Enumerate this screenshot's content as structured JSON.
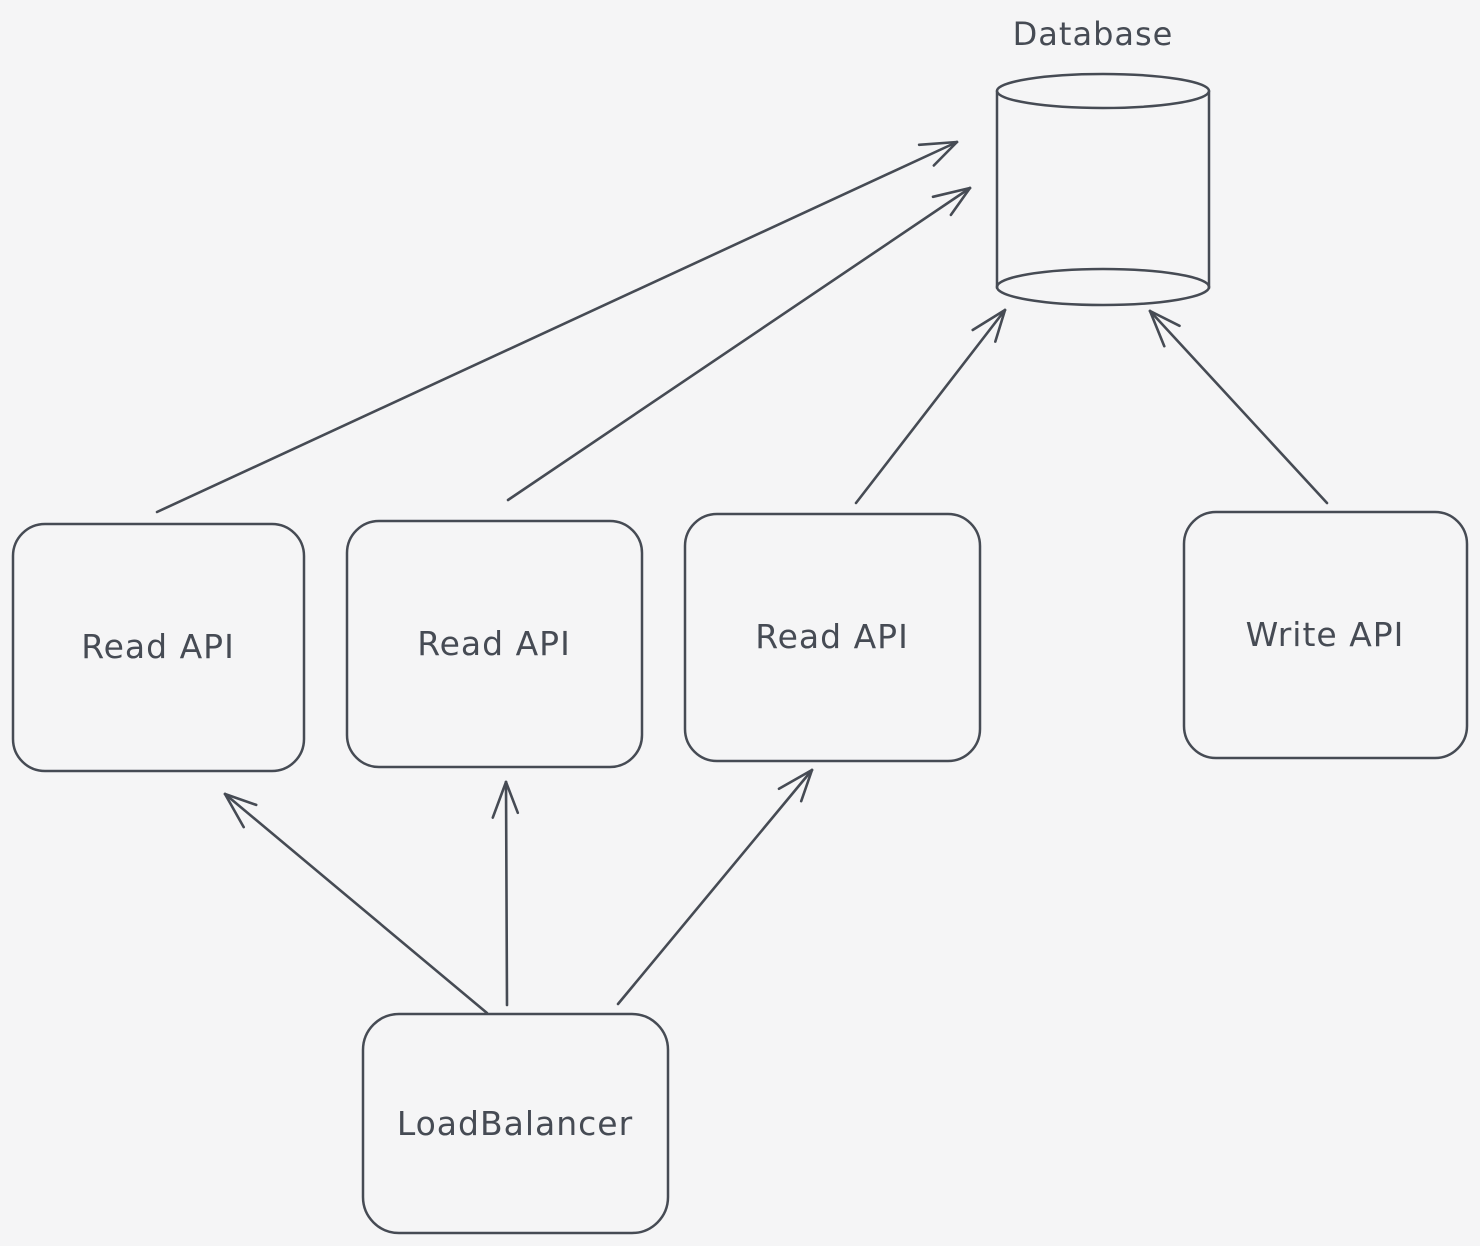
{
  "diagram": {
    "colors": {
      "stroke": "#464b54",
      "background": "#f5f5f6"
    },
    "nodes": [
      {
        "id": "database",
        "label": "Database",
        "shape": "cylinder"
      },
      {
        "id": "read-api-1",
        "label": "Read API",
        "shape": "rectangle"
      },
      {
        "id": "read-api-2",
        "label": "Read API",
        "shape": "rectangle"
      },
      {
        "id": "read-api-3",
        "label": "Read API",
        "shape": "rectangle"
      },
      {
        "id": "write-api",
        "label": "Write API",
        "shape": "rectangle"
      },
      {
        "id": "load-balancer",
        "label": "LoadBalancer",
        "shape": "rectangle"
      }
    ],
    "edges": [
      {
        "from": "read-api-1",
        "to": "database"
      },
      {
        "from": "read-api-2",
        "to": "database"
      },
      {
        "from": "read-api-3",
        "to": "database"
      },
      {
        "from": "write-api",
        "to": "database"
      },
      {
        "from": "load-balancer",
        "to": "read-api-1"
      },
      {
        "from": "load-balancer",
        "to": "read-api-2"
      },
      {
        "from": "load-balancer",
        "to": "read-api-3"
      }
    ]
  }
}
